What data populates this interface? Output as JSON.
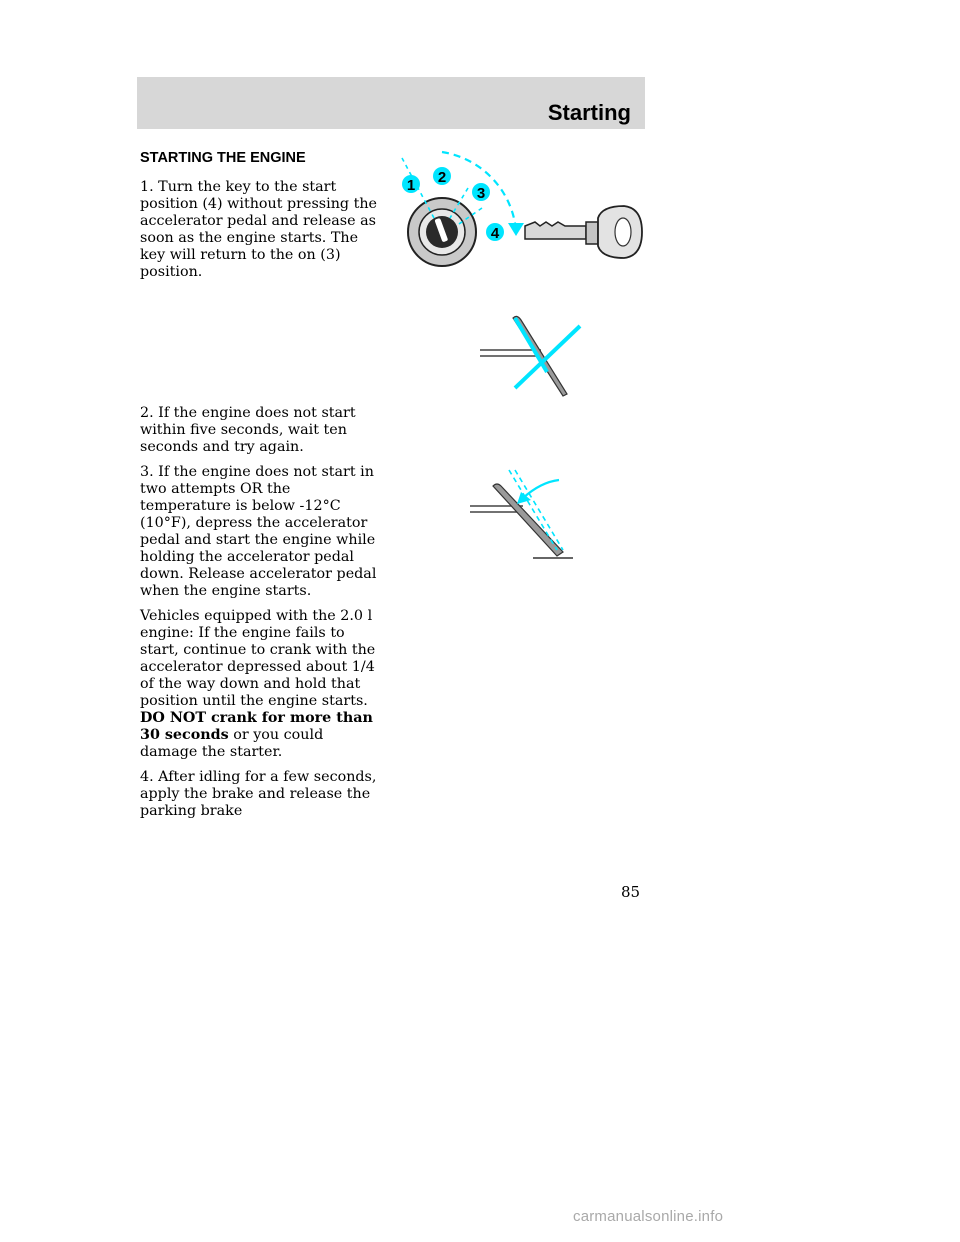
{
  "header": {
    "title": "Starting"
  },
  "section": {
    "heading": "STARTING THE ENGINE"
  },
  "steps": {
    "step1": "1. Turn the key to the  start position (4) without pressing the accelerator pedal and release as soon as the engine starts. The key will return to the on (3) position.",
    "step2": "2. If the engine does not start within five seconds, wait ten seconds and try again.",
    "step3": "3. If the engine does not start in two attempts OR the temperature is below -12°C (10°F), depress the accelerator pedal and start the engine while holding the accelerator pedal down. Release accelerator pedal when the engine starts.",
    "note_intro": "Vehicles equipped with the 2.0 l engine: If the engine fails to start, continue to crank with the accelerator depressed about 1/4 of the way down and hold that position until the engine starts.",
    "note_warning": "DO NOT crank for more than 30 seconds",
    "note_end": " or you could damage the starter.",
    "step4": "4. After idling for a few seconds, apply the brake and release the parking brake"
  },
  "ignition_labels": {
    "pos1": "1",
    "pos2": "2",
    "pos3": "3",
    "pos4": "4"
  },
  "page_number": "85",
  "watermark": "carmanualsonline.info",
  "colors": {
    "accent": "#00e5ff",
    "header_band": "#d7d7d7",
    "pedal": "#9a9a9a"
  }
}
